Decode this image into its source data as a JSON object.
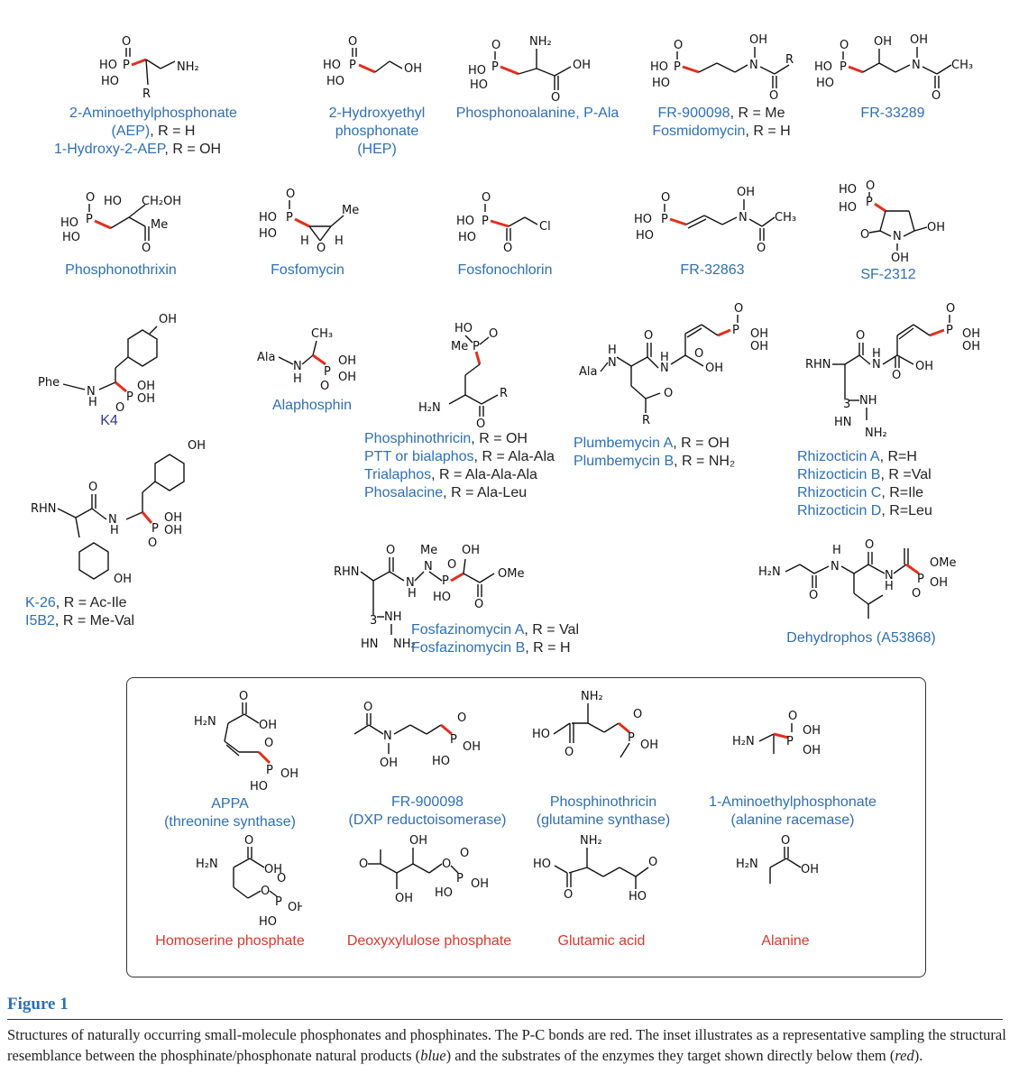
{
  "row1": [
    {
      "line1_blue": "2-Aminoethylphosphonate (AEP)",
      "line1_black": ", R = H",
      "line2_blue": "1-Hydroxy-2-AEP",
      "line2_black": ", R = OH"
    },
    {
      "name": "2-Hydroxyethyl",
      "name2": "phosphonate",
      "name3": "(HEP)"
    },
    {
      "name": "Phosphonoalanine, P-Ala"
    },
    {
      "line1_blue": "FR-900098",
      "line1_black": ", R = Me",
      "line2_blue": "Fosmidomycin",
      "line2_black": ", R = H"
    },
    {
      "name": "FR-33289"
    }
  ],
  "row2": [
    "Phosphonothrixin",
    "Fosfomycin",
    "Fosfonochlorin",
    "FR-32863",
    "SF-2312"
  ],
  "k4": "K4",
  "alaphosphin": "Alaphosphin",
  "phosphinothricin_list": [
    {
      "blue": "Phosphinothricin",
      "black": ", R = OH"
    },
    {
      "blue": "PTT or bialaphos",
      "black": ", R = Ala-Ala"
    },
    {
      "blue": "Trialaphos",
      "black": ", R = Ala-Ala-Ala"
    },
    {
      "blue": "Phosalacine",
      "black": ", R = Ala-Leu"
    }
  ],
  "plumbemycin_list": [
    {
      "blue": "Plumbemycin A",
      "black": ", R = OH"
    },
    {
      "blue": "Plumbemycin B",
      "black": ", R = NH₂"
    }
  ],
  "rhizocticin_list": [
    {
      "blue": "Rhizocticin A",
      "black": ", R=H"
    },
    {
      "blue": "Rhizocticin B",
      "black": ", R =Val"
    },
    {
      "blue": "Rhizocticin C",
      "black": ", R=Ile"
    },
    {
      "blue": "Rhizocticin D",
      "black": ", R=Leu"
    }
  ],
  "k26_list": [
    {
      "blue": "K-26",
      "black": ", R = Ac-Ile"
    },
    {
      "blue": "I5B2",
      "black": ", R = Me-Val"
    }
  ],
  "fosfazinomycin_list": [
    {
      "blue": "Fosfazinomycin A",
      "black": ", R = Val"
    },
    {
      "blue": "Fosfazinomycin B",
      "black": ", R = H"
    }
  ],
  "dehydrophos": "Dehydrophos (A53868)",
  "inset": {
    "top": [
      {
        "name": "APPA",
        "target": "(threonine synthase)"
      },
      {
        "name": "FR-900098",
        "target": "(DXP reductoisomerase)"
      },
      {
        "name": "Phosphinothricin",
        "target": "(glutamine synthase)"
      },
      {
        "name": "1-Aminoethylphosphonate",
        "target": "(alanine racemase)"
      }
    ],
    "bottom": [
      "Homoserine phosphate",
      "Deoxyxylulose phosphate",
      "Glutamic acid",
      "Alanine"
    ]
  },
  "figure": {
    "title": "Figure 1",
    "caption_1": "Structures of naturally occurring small-molecule phosphonates and phosphinates. The P-C bonds are red. The inset illustrates as a representative sampling the structural resemblance between the phosphinate/phosphonate natural products (",
    "caption_blue": "blue",
    "caption_2": ") and the substrates of the enzymes they target shown directly below them (",
    "caption_red": "red",
    "caption_3": ")."
  },
  "colors": {
    "natural_product": "#2f6fb3",
    "substrate": "#d9392b",
    "pc_bond": "#e0301e",
    "frame": "#333333"
  }
}
